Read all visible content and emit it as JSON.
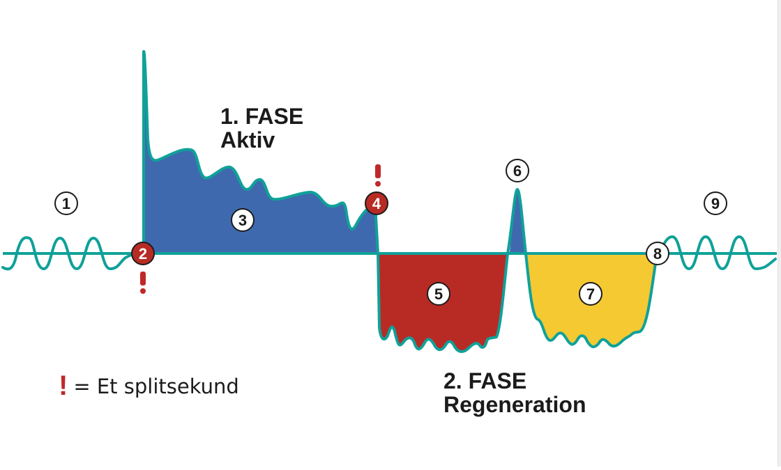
{
  "diagram": {
    "phase1": {
      "title": "1. FASE",
      "subtitle": "Aktiv"
    },
    "phase2": {
      "title": "2. FASE",
      "subtitle": "Regeneration"
    },
    "legend": {
      "symbol": "!",
      "text": "= Et splitsekund"
    },
    "markers": [
      {
        "id": "1",
        "style": "outline",
        "meaning": "resting baseline oscillation"
      },
      {
        "id": "2",
        "style": "red",
        "warning": "!"
      },
      {
        "id": "3",
        "style": "outline",
        "meaning": "active phase area"
      },
      {
        "id": "4",
        "style": "red",
        "warning": "!"
      },
      {
        "id": "5",
        "style": "outline",
        "meaning": "first regeneration area"
      },
      {
        "id": "6",
        "style": "outline",
        "meaning": "short peak"
      },
      {
        "id": "7",
        "style": "outline",
        "meaning": "second regeneration area"
      },
      {
        "id": "8",
        "style": "outline",
        "meaning": "return to baseline"
      },
      {
        "id": "9",
        "style": "outline",
        "meaning": "resting baseline oscillation"
      }
    ],
    "colors": {
      "line": "#0fa199",
      "active": "#3f69ae",
      "regen1": "#b82b25",
      "regen2": "#f5c932",
      "marker_red": "#b82b25",
      "warning": "#c0282a",
      "text": "#1b1b1b"
    }
  }
}
